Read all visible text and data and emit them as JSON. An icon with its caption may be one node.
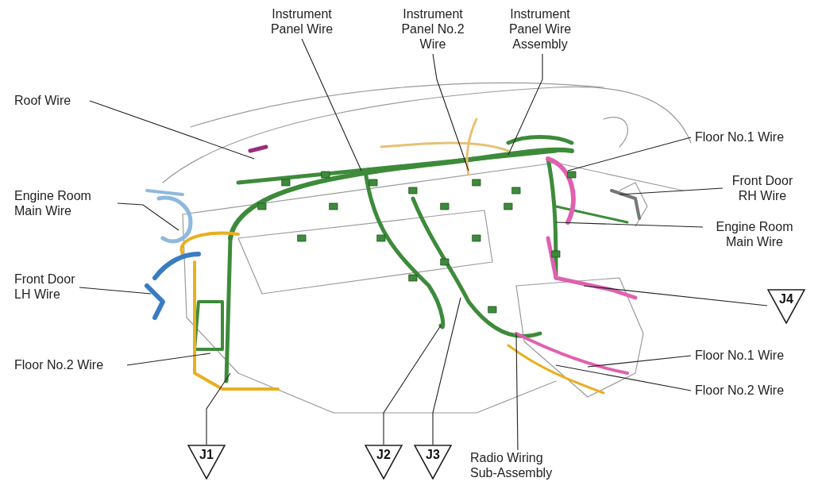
{
  "diagram": {
    "nodes": [
      {
        "text": [
          "Instrument Panel Wire"
        ]
      },
      {
        "text": [
          "Instrument Panel No.2 Wire"
        ]
      },
      {
        "text": [
          "Instrument Panel Wire Assembly"
        ]
      },
      {
        "text": [
          "Roof Wire"
        ]
      },
      {
        "text": [
          "Floor No.1 Wire"
        ]
      },
      {
        "text": [
          "Front Door RH Wire"
        ]
      },
      {
        "text": [
          "Engine Room Main Wire"
        ]
      },
      {
        "text": [
          "Engine Room Main Wire"
        ]
      },
      {
        "text": [
          "Front Door LH Wire"
        ]
      },
      {
        "text": [
          "J4"
        ]
      },
      {
        "text": [
          "Floor No.1 Wire"
        ]
      },
      {
        "text": [
          "Floor No.2 Wire"
        ]
      },
      {
        "text": [
          "Floor No.2 Wire"
        ]
      },
      {
        "text": [
          "J1"
        ]
      },
      {
        "text": [
          "J2"
        ]
      },
      {
        "text": [
          "J3"
        ]
      },
      {
        "text": [
          "Radio Wiring Sub-Assembly"
        ]
      }
    ],
    "edges": [
      {
        "from": 0,
        "to": null,
        "arrow": "none"
      },
      {
        "from": 1,
        "to": null,
        "arrow": "none"
      },
      {
        "from": 2,
        "to": null,
        "arrow": "none"
      },
      {
        "from": 3,
        "to": null,
        "arrow": "none"
      },
      {
        "from": 4,
        "to": null,
        "arrow": "none"
      },
      {
        "from": 5,
        "to": null,
        "arrow": "none"
      },
      {
        "from": 6,
        "to": null,
        "arrow": "none"
      },
      {
        "from": 7,
        "to": null,
        "arrow": "none"
      },
      {
        "from": 8,
        "to": null,
        "arrow": "none"
      },
      {
        "from": 9,
        "to": null,
        "arrow": "none"
      },
      {
        "from": 10,
        "to": null,
        "arrow": "none"
      },
      {
        "from": 11,
        "to": null,
        "arrow": "none"
      },
      {
        "from": 12,
        "to": null,
        "arrow": "none"
      },
      {
        "from": 13,
        "to": null,
        "arrow": "none"
      },
      {
        "from": 14,
        "to": null,
        "arrow": "none"
      },
      {
        "from": 15,
        "to": null,
        "arrow": "none"
      },
      {
        "from": 16,
        "to": null,
        "arrow": "none"
      }
    ]
  }
}
